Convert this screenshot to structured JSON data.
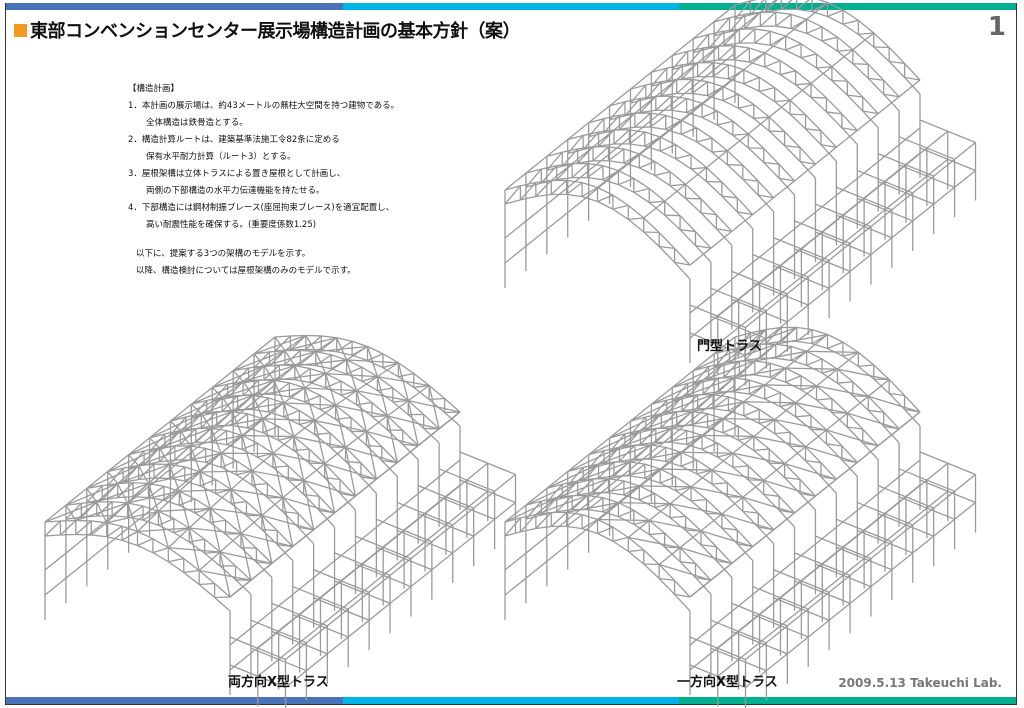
{
  "header": {
    "title": "東部コンベンションセンター展示場構造計画の基本方針（案）",
    "page_number": "1"
  },
  "colors": {
    "bar": [
      "#4a72b8",
      "#00b4e6",
      "#00b090"
    ],
    "title_square": "#f39a1e"
  },
  "plan": {
    "heading": "【構造計画】",
    "items": [
      {
        "num": "1．",
        "line1": "本計画の展示場は、約43メートルの無柱大空間を持つ建物である。",
        "line2": "全体構造は鉄骨造とする。"
      },
      {
        "num": "2．",
        "line1": "構造計算ルートは、建築基準法施工令82条に定める",
        "line2": "保有水平耐力計算（ルート3）とする。"
      },
      {
        "num": "3．",
        "line1": "屋根架構は立体トラスによる置き屋根として計画し、",
        "line2": "両側の下部構造の水平力伝達機能を持たせる。"
      },
      {
        "num": "4．",
        "line1": "下部構造には鋼材制振ブレース(座屈拘束ブレース)を適宜配置し、",
        "line2": "高い耐震性能を確保する。(重要度係数1.25)"
      }
    ],
    "note1": "以下に、提案する3つの架構のモデルを示す。",
    "note2": "以降、構造検討については屋根架構のみのモデルで示す。"
  },
  "models": [
    {
      "label": "門型トラス",
      "type": "portal"
    },
    {
      "label": "両方向X型トラス",
      "type": "x2"
    },
    {
      "label": "一方向X型トラス",
      "type": "x1"
    }
  ],
  "footer": "2009.5.13 Takeuchi Lab."
}
